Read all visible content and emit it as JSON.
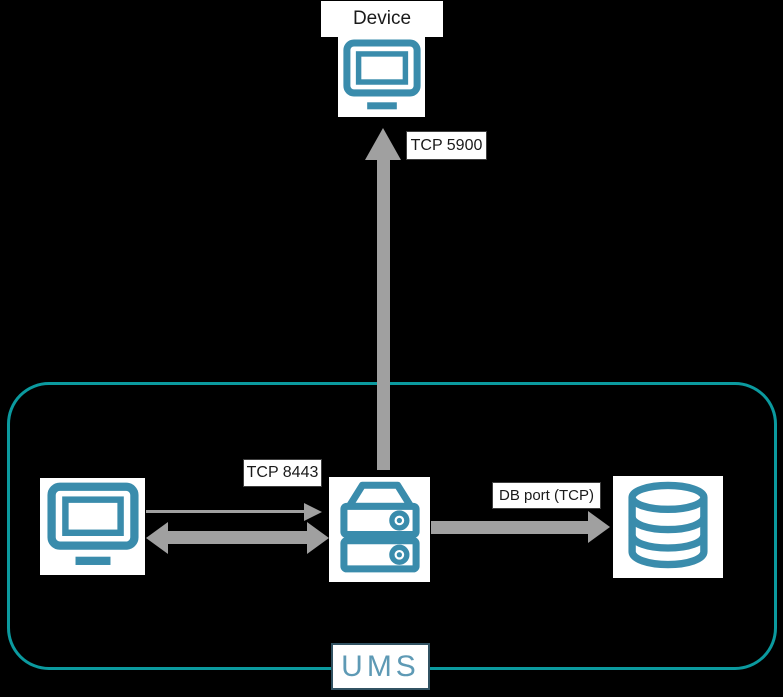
{
  "canvas": {
    "background": "#000000"
  },
  "colors": {
    "icon_stroke": "#3a8cac",
    "container_border": "#0b9a9f",
    "arrow_gray": "#a0a0a0",
    "node_bg": "#ffffff",
    "label_text": "#1a1a1a",
    "label_border": "#3f3f3f",
    "ums_text": "#5e9ab5",
    "ums_badge_border": "#315262"
  },
  "nodes": {
    "device": {
      "title": "Device",
      "icon": "monitor-icon"
    },
    "console": {
      "icon": "monitor-icon"
    },
    "server": {
      "icon": "server-icon"
    },
    "database": {
      "icon": "database-icon"
    }
  },
  "container": {
    "label": "UMS"
  },
  "connections": {
    "vnc": {
      "label": "TCP 5900",
      "from": "server",
      "to": "device",
      "direction": "up",
      "style": "thick"
    },
    "web_thin": {
      "label": "TCP 8443",
      "from": "console",
      "to": "server",
      "direction": "right",
      "style": "thin"
    },
    "web_thick": {
      "from": "console",
      "to": "server",
      "direction": "both",
      "style": "thick"
    },
    "db": {
      "label": "DB port (TCP)",
      "from": "server",
      "to": "database",
      "direction": "right",
      "style": "thick"
    }
  }
}
